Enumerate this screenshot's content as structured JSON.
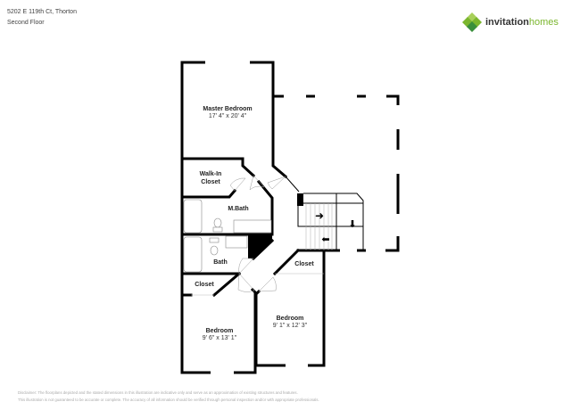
{
  "header": {
    "address": "5202 E 119th Ct, Thorton",
    "floor": "Second Floor"
  },
  "logo": {
    "word1": "invitation",
    "word2": "homes",
    "colors": [
      "#7bb62e",
      "#3a8f3c",
      "#a8d05a"
    ]
  },
  "rooms": [
    {
      "name": "Master Bedroom",
      "dimensions": "17' 4\" x 20' 4\""
    },
    {
      "name": "Walk-In Closet"
    },
    {
      "name": "M.Bath"
    },
    {
      "name": "Bath"
    },
    {
      "name": "Closet"
    },
    {
      "name": "Closet"
    },
    {
      "name": "Bedroom",
      "dimensions": "9' 1\" x 12' 3\""
    },
    {
      "name": "Bedroom",
      "dimensions": "9' 6\" x 13' 1\""
    }
  ],
  "disclaimer": {
    "line1": "Disclaimer: The floorplans depicted and the stated dimensions in this illustration are indicative only and serve as an approximation of existing structures and features.",
    "line2": "This illustration is not guaranteed to be accurate or complete. The accuracy of all information should be verified through personal inspection and/or with appropriate professionals."
  }
}
